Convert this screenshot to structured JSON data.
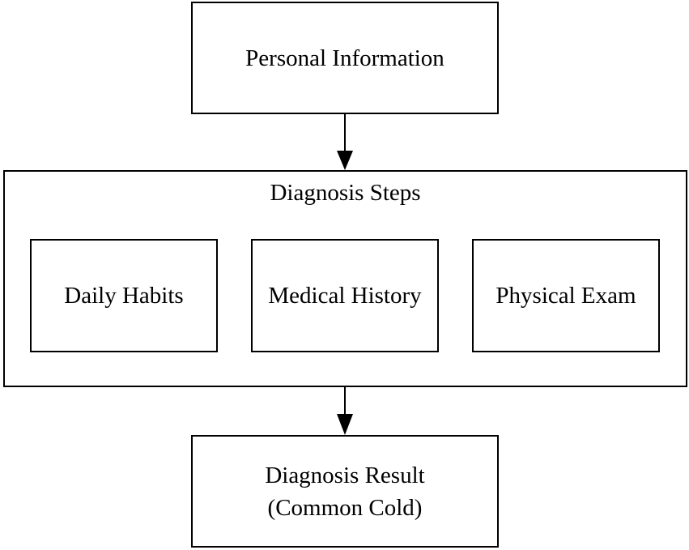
{
  "diagram": {
    "personal_information": "Personal Information",
    "steps_group": {
      "title": "Diagnosis Steps",
      "steps": [
        "Daily Habits",
        "Medical History",
        "Physical Exam"
      ]
    },
    "result": {
      "line1": "Diagnosis Result",
      "line2": "(Common Cold)"
    }
  }
}
